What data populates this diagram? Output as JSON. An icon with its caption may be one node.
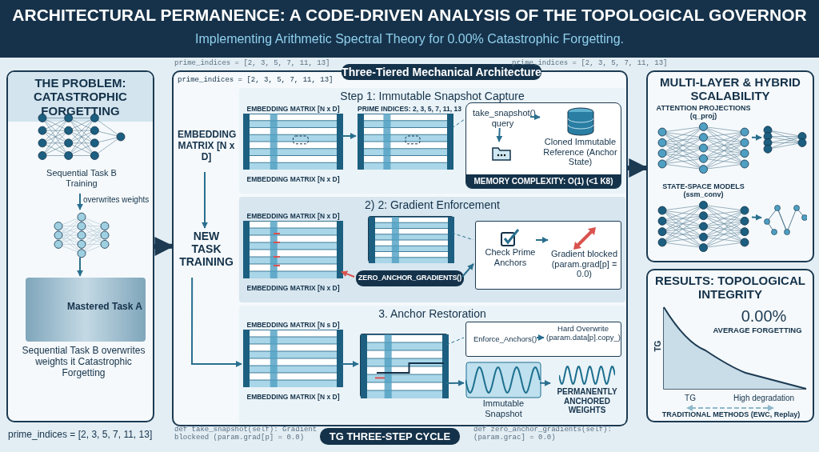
{
  "diagram": {
    "title": "ARCHITECTURAL PERMANENCE: A CODE-DRIVEN ANALYSIS OF THE TOPOLOGICAL GOVERNOR",
    "nodes": [
      {
        "text": [
          "THE PROBLEM: CATASTROPHIC FORGETTING"
        ]
      },
      {
        "text": [
          "Sequential Task B Training"
        ],
        "in": 0
      },
      {
        "text": [],
        "shape": "picture",
        "in": 0
      },
      {
        "text": [
          "Mastered Task A"
        ],
        "beside": [
          "Sequential Task B overwrites weights it Catastrophic Forgetting"
        ],
        "in": 0
      },
      {
        "text": [
          "Three-Tiered Mechanical Architecture"
        ]
      },
      {
        "text": [
          "EMBEDDING MATRIX [N x D]"
        ],
        "in": 4
      },
      {
        "text": [
          "NEW TASK TRAINING"
        ],
        "in": 4
      },
      {
        "text": [
          "Step 1: Immutable Snapshot Capture"
        ],
        "in": 4
      },
      {
        "text": [
          "EMBEDDING MATRIX [N x D]"
        ],
        "beside": [
          "EMBEDDING MATRIX [N x D]"
        ],
        "in": 7
      },
      {
        "text": [
          "PRIME INDICES: 2, 3, 5, 7, 11, 13"
        ],
        "in": 7
      },
      {
        "text": [
          "MEMORY COMPLEXITY: O(1) (<1 K8)"
        ],
        "in": 7
      },
      {
        "text": [
          "take_snapshot() query"
        ],
        "in": 10
      },
      {
        "text": [],
        "shape": "picture",
        "in": 10
      },
      {
        "text": [
          "Cloned Immutable Reference (Anchor State)"
        ],
        "in": 10
      },
      {
        "text": [
          "2) 2: Gradient Enforcement"
        ],
        "in": 4
      },
      {
        "text": [
          "EMBEDDING MATRIX [N x D]"
        ],
        "beside": [
          "EMBEDDING MATRIX [N x D]"
        ],
        "in": 14
      },
      {
        "text": [],
        "shape": "box",
        "in": 14
      },
      {
        "text": [
          "ZERO_ANCHOR_GRADIENTS()"
        ],
        "in": 14
      },
      {
        "text": [],
        "shape": "box",
        "in": 14
      },
      {
        "text": [
          "Check Prime Anchors"
        ],
        "in": 18
      },
      {
        "text": [
          "Gradient blocked (param.grad[p] = 0.0)"
        ],
        "in": 18
      },
      {
        "text": [
          "3. Anchor Restoration"
        ],
        "in": 4
      },
      {
        "text": [
          "EMBEDDING MATRIX [N s D]"
        ],
        "beside": [
          "EMBEDDING MATRIX [N x D]"
        ],
        "in": 21
      },
      {
        "text": [],
        "shape": "box",
        "in": 21
      },
      {
        "text": [],
        "shape": "box",
        "in": 21
      },
      {
        "text": [
          "Enforce_Anchors()"
        ],
        "in": 24
      },
      {
        "text": [
          "Hard Overwrite (param.data[p].copy_)"
        ],
        "in": 24
      },
      {
        "text": [
          "Immutable Snapshot"
        ],
        "in": 21
      },
      {
        "text": [
          "PERMANENTLY ANCHORED WEIGHTS"
        ],
        "in": 21
      },
      {
        "text": [
          "MULTI-LAYER & HYBRID SCALABILITY"
        ]
      },
      {
        "text": [
          "ATTENTION PROJECTIONS (q_proj)"
        ],
        "in": 29
      },
      {
        "text": [],
        "shape": "picture",
        "in": 29
      },
      {
        "text": [
          "STATE-SPACE MODELS (ssm_conv)"
        ],
        "in": 29
      },
      {
        "text": [],
        "shape": "picture",
        "in": 29
      },
      {
        "text": [
          "RESULTS: TOPOLOGICAL INTEGRITY"
        ]
      },
      {
        "text": [
          "0.00%",
          "AVERAGE FORGETTING"
        ],
        "in": 34
      }
    ],
    "edges": [
      {
        "from": 1,
        "to": 2,
        "arrow": "to",
        "label": "overwrites weights"
      },
      {
        "from": 2,
        "to": 3,
        "arrow": "to"
      },
      {
        "from": 0,
        "to": 4,
        "arrow": "to",
        "style": "thick",
        "color": "#1c3a52"
      },
      {
        "from": 5,
        "to": 6,
        "arrow": "to"
      },
      {
        "from": 6,
        "to": 22,
        "arrow": "to"
      },
      {
        "from": 8,
        "to": 9,
        "arrow": "to"
      },
      {
        "from": 9,
        "to": 10,
        "arrow": "none",
        "style": "dashed"
      },
      {
        "from": 11,
        "to": 12,
        "arrow": "to"
      },
      {
        "from": 11,
        "to": 13,
        "arrow": "to"
      },
      {
        "from": 17,
        "to": 15,
        "arrow": "to",
        "color": "#d9534f"
      },
      {
        "from": 17,
        "to": 18,
        "arrow": "to"
      },
      {
        "from": 16,
        "to": 18,
        "arrow": "none",
        "style": "dashed"
      },
      {
        "from": 19,
        "to": 20,
        "arrow": "to"
      },
      {
        "from": 22,
        "to": 23,
        "arrow": "to"
      },
      {
        "from": 23,
        "to": 24,
        "arrow": "none",
        "style": "dashed"
      },
      {
        "from": 25,
        "to": 26,
        "arrow": "to"
      },
      {
        "from": 23,
        "to": 27,
        "arrow": "to"
      },
      {
        "from": 27,
        "to": 28,
        "arrow": "to"
      },
      {
        "from": 4,
        "to": 29,
        "arrow": "to",
        "style": "thick",
        "color": "#1c3a52"
      },
      {
        "from": 30,
        "to": 31,
        "arrow": "to"
      },
      {
        "from": 32,
        "to": 33,
        "arrow": "to"
      }
    ],
    "labels": [
      "Implementing Arithmetic Spectral Theory for 0.00% Catastrophic Forgetting.",
      "prime_indices = [2, 3, 5, 7, 11, 13]",
      "prime_indices = [2, 3, 5, 7, 11, 13]",
      "prime_indices = [2, 3, 5, 7, 11, 13]",
      "TG",
      "TG",
      "High degradation",
      "TRADITIONAL METHODS (EWC, Replay)",
      "prime_indices = [2, 3, 5, 7, 11, 13]",
      "def take_snapshot(self): Gradient blockeed (param.grad[p] = 0.0)",
      "TG THREE-STEP CYCLE",
      "def zero_anchor_gradients(self): (param.grac] = 0.0)"
    ]
  }
}
